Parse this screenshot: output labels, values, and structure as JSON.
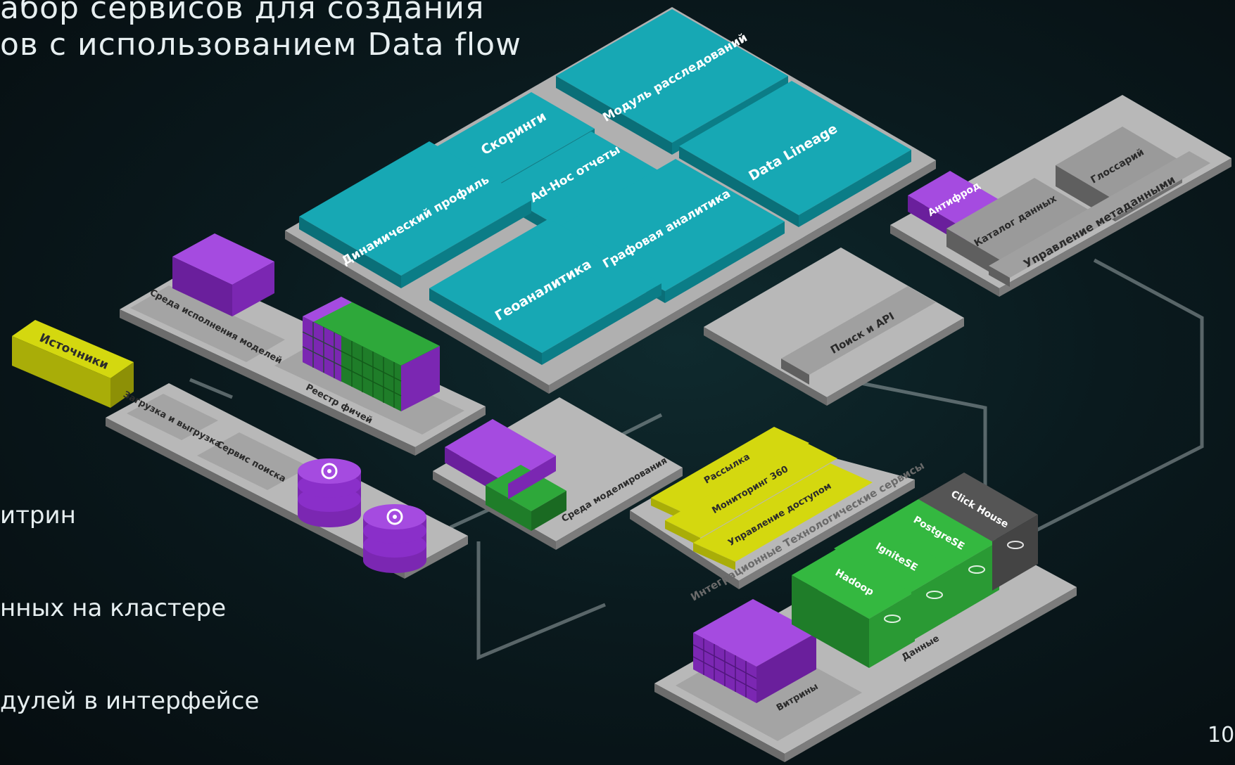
{
  "slide": {
    "heading_line1": "абор   сервисов   для   создания",
    "heading_line2": "ов  с  использованием  Data  flow",
    "bullets": [
      "итрин",
      "нных на кластере",
      "дулей в интерфейсе"
    ],
    "page_number": "10"
  },
  "diagram": {
    "top_modules": [
      "Модуль расследований",
      "Скоринги",
      "Ad-Hoc отчеты",
      "Data Lineage",
      "Динамический профиль",
      "Графовая аналитика",
      "Геоаналитика"
    ],
    "metadata_block": {
      "antifraud": "Антифрод",
      "catalog": "Каталог данных",
      "glossary": "Глоссарий",
      "title": "Управление метаданными"
    },
    "search_api": "Поиск и API",
    "sources": "Источники",
    "model_runtime": "Среда исполнения моделей",
    "feature_store": "Реестр фичей",
    "load_unload": "Загрузка и выгрузка",
    "search_service": "Сервис поиска",
    "modeling_env": "Среда моделирования",
    "integration": {
      "items": [
        "Рассылка",
        "Мониторинг 360",
        "Управление доступом"
      ],
      "title": "Интеграционные Технологические сервисы"
    },
    "data_block": {
      "stores": [
        "Hadoop",
        "IgniteSE",
        "PostgreSE",
        "Click House"
      ],
      "title": "Данные",
      "marts": "Витрины"
    }
  },
  "colors": {
    "teal": "#0f8f9a",
    "purple": "#8a2fc9",
    "green": "#2ea83a",
    "yellow": "#d4d80f",
    "grey": "#8c8c8c",
    "background": "#0a1a1e"
  }
}
